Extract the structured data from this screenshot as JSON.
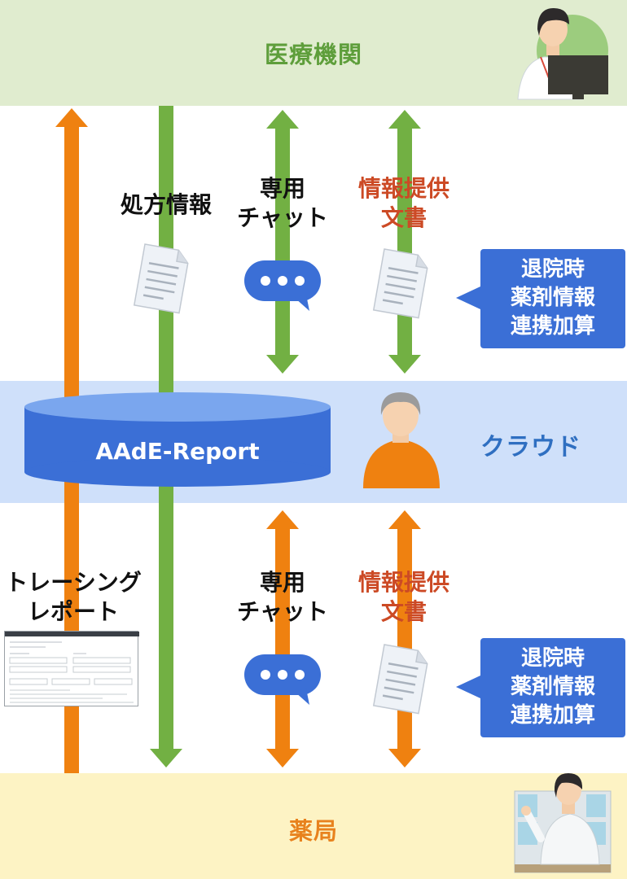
{
  "colors": {
    "green": "#72b043",
    "orange": "#ef8110",
    "blue": "#3b6fd6",
    "red_text": "#cc4a25"
  },
  "bands": {
    "top": "医療機関",
    "cloud": "クラウド",
    "bottom": "薬局"
  },
  "database": {
    "label": "AAdE-Report"
  },
  "labels": {
    "prescription": "処方情報",
    "chat_top": [
      "専用",
      "チャット"
    ],
    "doc_top": [
      "情報提供",
      "文書"
    ],
    "tracing": [
      "トレーシング",
      "レポート"
    ],
    "chat_bottom": [
      "専用",
      "チャット"
    ],
    "doc_bottom": [
      "情報提供",
      "文書"
    ]
  },
  "callouts": {
    "top": [
      "退院時",
      "薬剤情報",
      "連携加算"
    ],
    "bottom": [
      "退院時",
      "薬剤情報",
      "連携加算"
    ]
  },
  "icons": {
    "doctor": "nurse-at-monitor-icon",
    "patient": "elderly-person-icon",
    "pharmacist": "pharmacist-icon",
    "chat": "chat-bubble-icon",
    "document": "document-icon",
    "report_form": "report-form-thumbnail"
  }
}
